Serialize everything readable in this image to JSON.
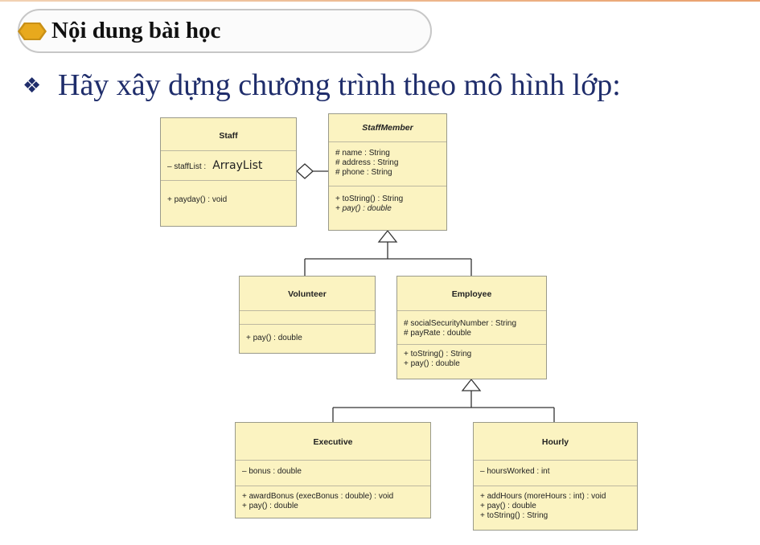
{
  "slide": {
    "section_title": "Nội dung bài học",
    "bullet_icon": "❖",
    "heading": "Hãy xây dựng chương trình theo mô hình lớp:"
  },
  "diagram": {
    "staff": {
      "name": "Staff",
      "attr_label": "– staffList :",
      "attr_type": "ArrayList",
      "method": "+ payday() : void"
    },
    "staff_member": {
      "name": "StaffMember",
      "attributes": [
        "# name : String",
        "# address : String",
        "# phone : String"
      ],
      "methods": [
        "+ toString() : String",
        "+ pay() : double"
      ]
    },
    "volunteer": {
      "name": "Volunteer",
      "method": "+ pay() : double"
    },
    "employee": {
      "name": "Employee",
      "attributes": [
        "# socialSecurityNumber : String",
        "# payRate : double"
      ],
      "methods": [
        "+ toString() : String",
        "+ pay() : double"
      ]
    },
    "executive": {
      "name": "Executive",
      "attribute": "– bonus : double",
      "methods": [
        "+ awardBonus (execBonus : double) : void",
        "+ pay() : double"
      ]
    },
    "hourly": {
      "name": "Hourly",
      "attribute": "– hoursWorked : int",
      "methods": [
        "+ addHours (moreHours : int) : void",
        "+ pay() : double",
        "+ toString() : String"
      ]
    }
  }
}
